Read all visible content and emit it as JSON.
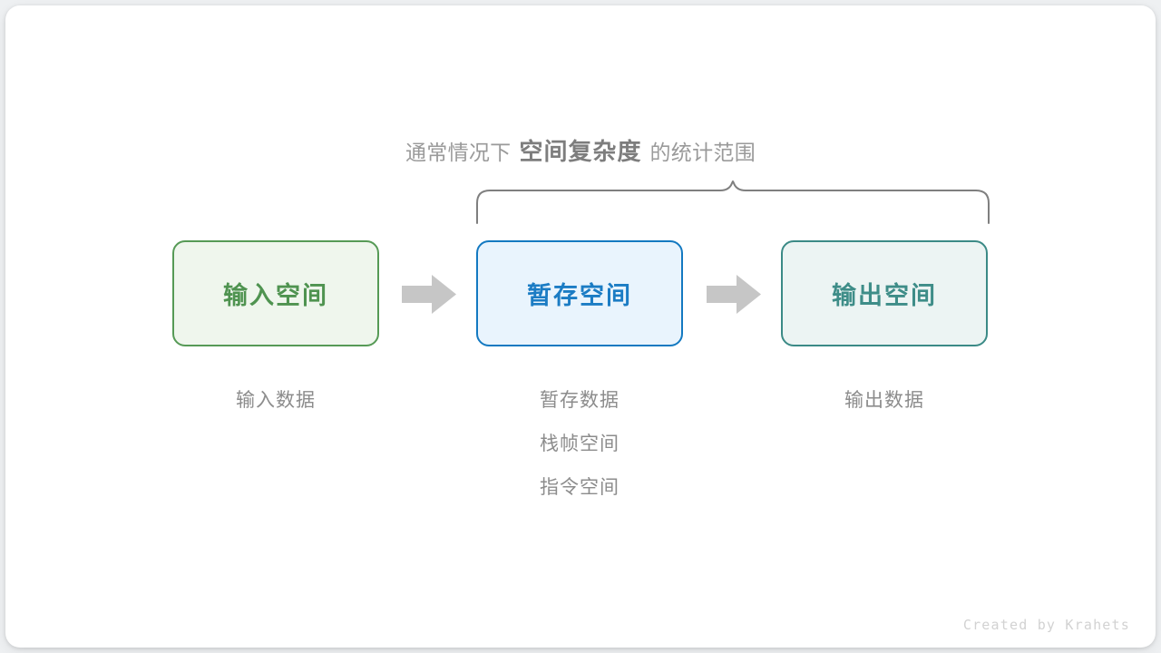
{
  "canvas": {
    "background": "#eef0f2",
    "card_background": "#ffffff"
  },
  "headline": {
    "prefix": "通常情况下",
    "emphasis": "空间复杂度",
    "suffix": "的统计范围",
    "color": "#9a9a9a",
    "emphasis_color": "#7d7d7d"
  },
  "brace": {
    "name": "curly-brace",
    "color": "#7f7f7f",
    "spans_boxes": [
      "暂存空间",
      "输出空间"
    ]
  },
  "flow": {
    "boxes": [
      {
        "label": "输入空间",
        "fill": "#eff6ed",
        "border": "#569a56",
        "text_color": "#4f9350"
      },
      {
        "label": "暂存空间",
        "fill": "#e9f4fd",
        "border": "#1379c1",
        "text_color": "#1b7cc4"
      },
      {
        "label": "输出空间",
        "fill": "#ecf4f3",
        "border": "#3b8a86",
        "text_color": "#3e8d88"
      }
    ],
    "arrows": [
      {
        "name": "arrow-input-to-temp",
        "color": "#c6c6c6"
      },
      {
        "name": "arrow-temp-to-output",
        "color": "#c6c6c6"
      }
    ]
  },
  "captions": {
    "color": "#8c8c8c",
    "columns": [
      {
        "lines": [
          "输入数据"
        ]
      },
      {
        "lines": [
          "暂存数据",
          "栈帧空间",
          "指令空间"
        ]
      },
      {
        "lines": [
          "输出数据"
        ]
      }
    ]
  },
  "watermark": {
    "text": "Created by Krahets",
    "color": "#d2d2d2"
  }
}
